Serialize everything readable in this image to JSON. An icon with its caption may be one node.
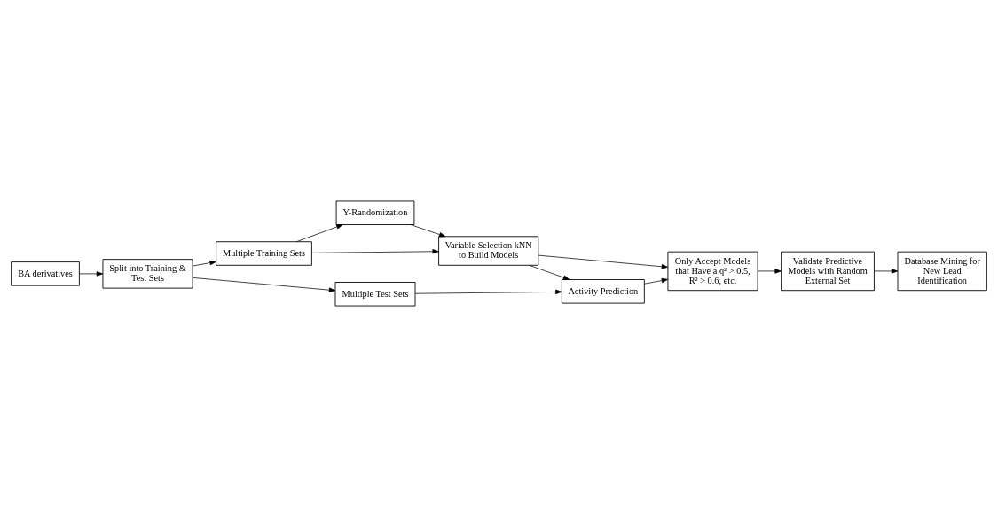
{
  "diagram": {
    "nodes": [
      {
        "text": [
          "BA derivatives"
        ]
      },
      {
        "text": [
          "Split into Training & Test Sets"
        ]
      },
      {
        "text": [
          "Multiple Training Sets"
        ]
      },
      {
        "text": [
          "Y-Randomization"
        ]
      },
      {
        "text": [
          "Variable Selection kNN to Build Models"
        ]
      },
      {
        "text": [
          "Multiple Test Sets"
        ]
      },
      {
        "text": [
          "Activity Prediction"
        ]
      },
      {
        "text": [
          "Only Accept Models that Have a q² > 0.5, R² > 0.6, etc."
        ]
      },
      {
        "text": [
          "Validate Predictive Models with Random External Set"
        ]
      },
      {
        "text": [
          "Database Mining for New Lead Identification"
        ]
      }
    ],
    "edges": [
      {
        "from": 0,
        "to": 1,
        "arrow": "to"
      },
      {
        "from": 1,
        "to": 2,
        "arrow": "to"
      },
      {
        "from": 1,
        "to": 5,
        "arrow": "to"
      },
      {
        "from": 2,
        "to": 3,
        "arrow": "to"
      },
      {
        "from": 2,
        "to": 4,
        "arrow": "to"
      },
      {
        "from": 3,
        "to": 4,
        "arrow": "to"
      },
      {
        "from": 4,
        "to": 6,
        "arrow": "to"
      },
      {
        "from": 4,
        "to": 7,
        "arrow": "to"
      },
      {
        "from": 5,
        "to": 6,
        "arrow": "to"
      },
      {
        "from": 6,
        "to": 7,
        "arrow": "to"
      },
      {
        "from": 7,
        "to": 8,
        "arrow": "to"
      },
      {
        "from": 8,
        "to": 9,
        "arrow": "to"
      }
    ]
  }
}
